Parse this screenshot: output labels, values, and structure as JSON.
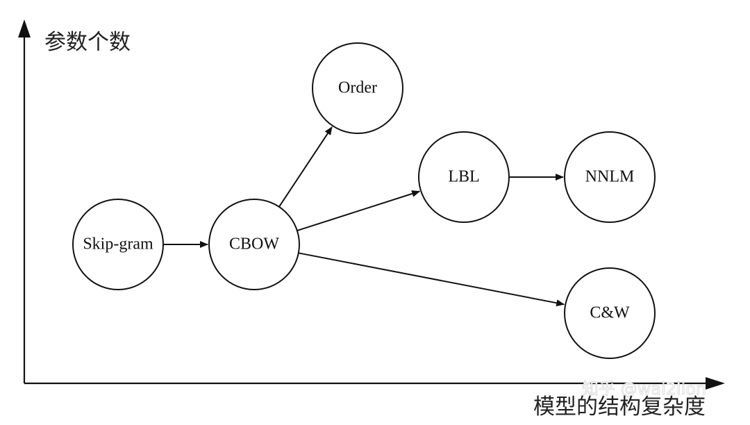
{
  "axes": {
    "y_label": "参数个数",
    "x_label": "模型的结构复杂度"
  },
  "nodes": [
    {
      "id": "skip-gram",
      "label": "Skip-gram"
    },
    {
      "id": "cbow",
      "label": "CBOW"
    },
    {
      "id": "order",
      "label": "Order"
    },
    {
      "id": "lbl",
      "label": "LBL"
    },
    {
      "id": "nnlm",
      "label": "NNLM"
    },
    {
      "id": "cw",
      "label": "C&W"
    }
  ],
  "edges": [
    {
      "from": "skip-gram",
      "to": "cbow"
    },
    {
      "from": "cbow",
      "to": "order"
    },
    {
      "from": "cbow",
      "to": "lbl"
    },
    {
      "from": "lbl",
      "to": "nnlm"
    },
    {
      "from": "cbow",
      "to": "cw"
    }
  ],
  "watermark": "知乎 @wai2lion"
}
